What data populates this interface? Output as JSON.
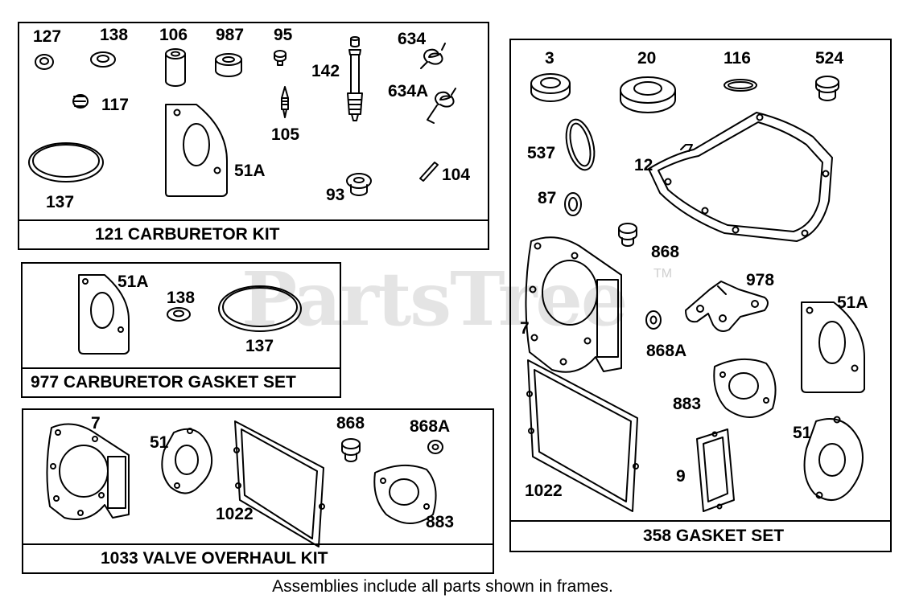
{
  "watermark": "PartsTree",
  "watermark_tm": "TM",
  "footnote": "Assemblies include all parts shown in frames.",
  "kits": {
    "carb_kit": {
      "caption": "121 CARBURETOR KIT",
      "labels": [
        "127",
        "138",
        "106",
        "987",
        "95",
        "142",
        "634",
        "634A",
        "117",
        "105",
        "51A",
        "137",
        "93",
        "104"
      ]
    },
    "carb_gasket": {
      "caption": "977 CARBURETOR GASKET SET",
      "labels": [
        "51A",
        "138",
        "137"
      ]
    },
    "valve_kit": {
      "caption": "1033 VALVE OVERHAUL KIT",
      "labels": [
        "7",
        "51",
        "868",
        "868A",
        "1022",
        "883"
      ]
    },
    "gasket_set": {
      "caption": "358 GASKET SET",
      "labels": [
        "3",
        "20",
        "116",
        "524",
        "537",
        "12",
        "87",
        "868",
        "978",
        "51A",
        "7",
        "868A",
        "883",
        "1022",
        "9",
        "51"
      ]
    }
  }
}
